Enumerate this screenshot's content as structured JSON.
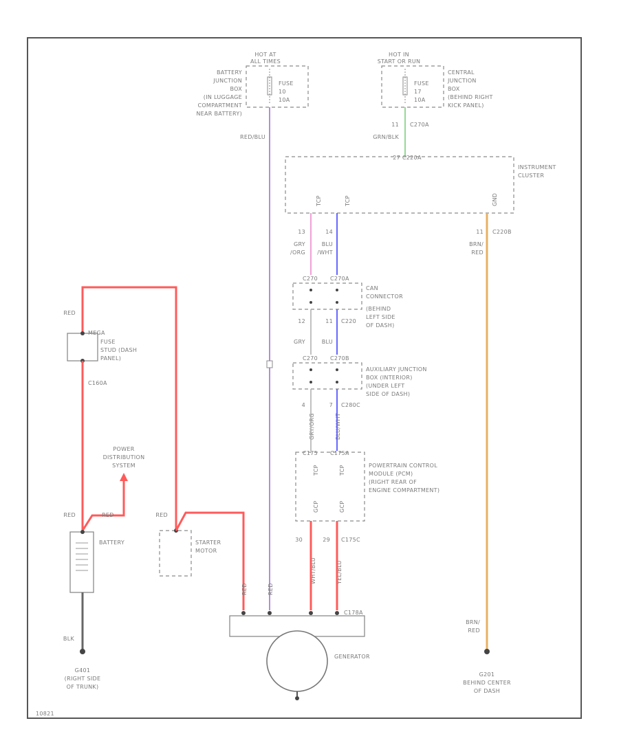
{
  "fuse_left": {
    "header": [
      "HOT AT",
      "ALL TIMES"
    ],
    "fuse": [
      "FUSE",
      "10",
      "10A"
    ],
    "location": [
      "BATTERY",
      "JUNCTION",
      "BOX",
      "(IN LUGGAGE",
      "COMPARTMENT",
      "NEAR BATTERY)"
    ],
    "wire": "RED/BLU"
  },
  "fuse_right": {
    "header": [
      "HOT IN",
      "START OR RUN"
    ],
    "fuse": [
      "FUSE",
      "17",
      "10A"
    ],
    "location": [
      "CENTRAL",
      "JUNCTION",
      "BOX",
      "(BEHIND RIGHT",
      "KICK PANEL)"
    ],
    "pin": "11",
    "connector": "C270A",
    "wire": "GRN/BLK"
  },
  "instrument_cluster": {
    "label": [
      "INSTRUMENT",
      "CLUSTER"
    ],
    "connector_top": "27 C220A",
    "pins": [
      "TCP",
      "TCP",
      "GND"
    ],
    "gnd_pin": "11",
    "gnd_connector": "C220B",
    "gnd_wire": [
      "BRN/",
      "RED"
    ]
  },
  "cluster_wires": {
    "pins": [
      "13",
      "14"
    ],
    "left_wire": [
      "GRY",
      "/ORG"
    ],
    "right_wire": [
      "BLU",
      "/WHT"
    ]
  },
  "can_connector": {
    "header": [
      "C270",
      "C270A"
    ],
    "label": [
      "CAN",
      "CONNECTOR",
      "(BEHIND",
      "LEFT SIDE",
      "OF DASH)"
    ],
    "pins": [
      "12",
      "11"
    ],
    "connector": "C220",
    "wires": [
      "GRY",
      "BLU"
    ]
  },
  "aux_junction": {
    "header": [
      "C270",
      "C270B"
    ],
    "label": [
      "AUXILIARY JUNCTION",
      "BOX (INTERIOR)",
      "(UNDER LEFT",
      "SIDE OF DASH)"
    ],
    "pins": [
      "4",
      "7"
    ],
    "connector": "C280C",
    "wires": [
      "GRY/ORG",
      "BLU/WHT"
    ]
  },
  "pcm": {
    "header": [
      "C175",
      "C175A"
    ],
    "label": [
      "POWERTRAIN CONTROL",
      "MODULE (PCM)",
      "(RIGHT REAR OF",
      "ENGINE COMPARTMENT)"
    ],
    "pins_top": [
      "TCP",
      "TCP"
    ],
    "pins_bottom": [
      "GCP",
      "GCP"
    ],
    "out_pins": [
      "30",
      "29"
    ],
    "out_connector": "C175C",
    "out_wires": [
      "WHT/BLU",
      "YEL/BLU"
    ]
  },
  "left_side": {
    "wire_top": "RED",
    "fuse": [
      "MEGA",
      "FUSE",
      "STUD (DASH",
      "PANEL)"
    ],
    "connector": "C160A",
    "power_distribution": [
      "POWER",
      "DISTRIBUTION",
      "SYSTEM"
    ],
    "battery_wire_left": "RED",
    "battery_wire_right": "RED",
    "battery": "BATTERY",
    "ground_wire": "BLK",
    "ground": [
      "G401",
      "(RIGHT SIDE",
      "OF TRUNK)"
    ]
  },
  "starter": {
    "wire": "RED",
    "label": [
      "STARTER",
      "MOTOR"
    ]
  },
  "generator": {
    "label": "GENERATOR",
    "connector": "C178A",
    "wires": [
      "RED",
      "RED",
      "WHT/BLU",
      "YEL/BLU"
    ]
  },
  "ground_right": {
    "wire": [
      "BRN/",
      "RED"
    ],
    "label": [
      "G201",
      "BEHIND CENTER",
      "OF DASH"
    ]
  },
  "footer": "10821"
}
